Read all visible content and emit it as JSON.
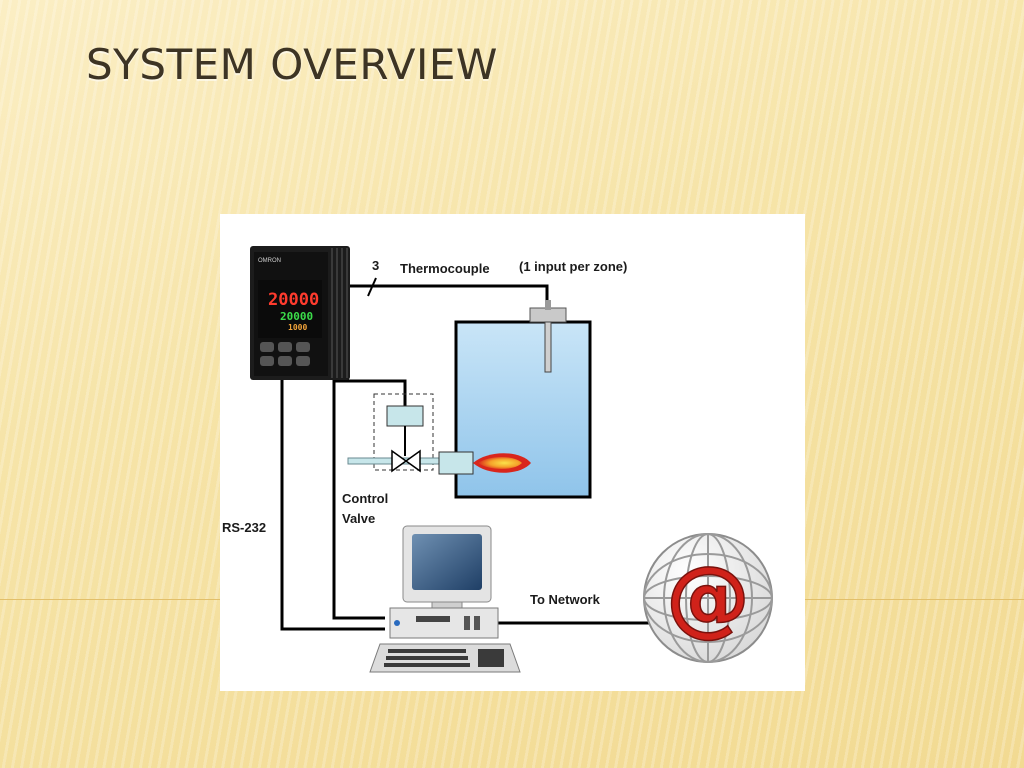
{
  "slide": {
    "title": "SYSTEM OVERVIEW"
  },
  "diagram": {
    "wire_count": "3",
    "thermocouple_label": "Thermocouple",
    "input_note": "(1 input per zone)",
    "valve_label_line1": "Control",
    "valve_label_line2": "Valve",
    "rs232_label": "RS-232",
    "network_label": "To Network",
    "controller_display": {
      "brand": "OMRON",
      "pv": "20000",
      "sv": "20000",
      "mv": "1000"
    }
  },
  "colors": {
    "tank_fill": "#a9d4f0",
    "flame_outer": "#d9261c",
    "flame_inner": "#f7d23a",
    "pv_digits": "#ff3b2e",
    "sv_digits": "#3bdc4a",
    "globe_symbol": "#d0221a"
  }
}
